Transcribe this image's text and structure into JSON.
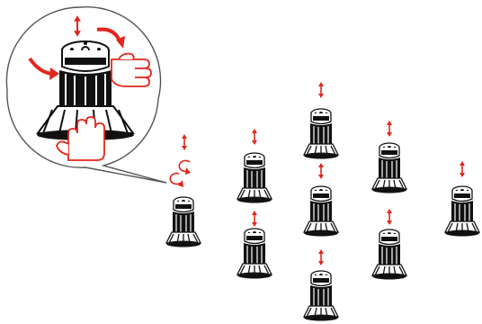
{
  "colors": {
    "line": "#111111",
    "accent": "#e1261c",
    "background": "#ffffff"
  },
  "icons": {
    "pedestal": "adjustable-pedestal-icon",
    "height_arrow": "height-adjust-double-arrow-icon",
    "rotate": "rotate-adjust-icon",
    "hand": "hand-icon"
  },
  "callout": {
    "depicts": [
      "height-adjust-double-arrow-icon",
      "rotate-arrow-icon",
      "hand-icon",
      "hand-icon",
      "adjustable-pedestal-icon"
    ]
  },
  "pedestals": [
    {
      "id": "p1",
      "has_height_arrow": false
    },
    {
      "id": "p2",
      "has_height_arrow": true
    },
    {
      "id": "p3",
      "has_height_arrow": true
    },
    {
      "id": "p4",
      "has_height_arrow": true
    },
    {
      "id": "p5",
      "has_height_arrow": true
    },
    {
      "id": "p6",
      "has_height_arrow": true
    },
    {
      "id": "p7",
      "has_height_arrow": true
    },
    {
      "id": "p8",
      "has_height_arrow": true
    },
    {
      "id": "p9",
      "has_height_arrow": true
    },
    {
      "id": "p10",
      "has_height_arrow": true
    }
  ]
}
